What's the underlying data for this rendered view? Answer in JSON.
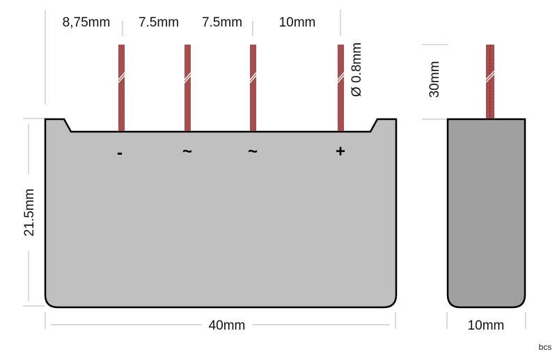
{
  "spacing_labels": [
    "8,75mm",
    "7.5mm",
    "7.5mm",
    "10mm"
  ],
  "pin_diameter_label": "Ø 0.8mm",
  "pin_length_label": "30mm",
  "height_label": "21.5mm",
  "width_label": "40mm",
  "depth_label": "10mm",
  "pin_markings": [
    "-",
    "~",
    "~",
    "+"
  ],
  "author": "bcs",
  "colors": {
    "body_front": "#c0c0c0",
    "body_side": "#a0a0a0",
    "pin": "#a84c4c"
  }
}
